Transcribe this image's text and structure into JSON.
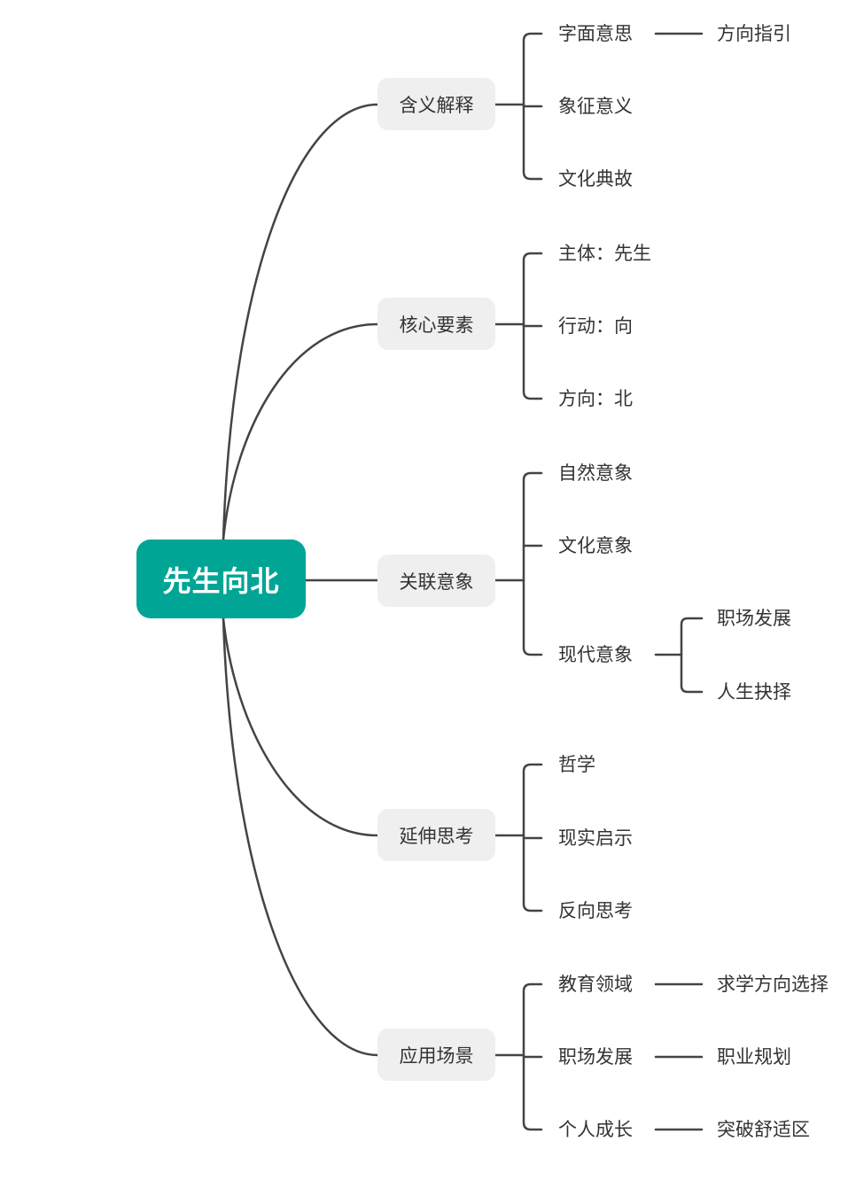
{
  "root": {
    "label": "先生向北"
  },
  "branches": [
    {
      "label": "含义解释",
      "children": [
        {
          "label": "字面意思",
          "children": [
            {
              "label": "方向指引"
            }
          ]
        },
        {
          "label": "象征意义"
        },
        {
          "label": "文化典故"
        }
      ]
    },
    {
      "label": "核心要素",
      "children": [
        {
          "label": "主体：先生"
        },
        {
          "label": "行动：向"
        },
        {
          "label": "方向：北"
        }
      ]
    },
    {
      "label": "关联意象",
      "children": [
        {
          "label": "自然意象"
        },
        {
          "label": "文化意象"
        },
        {
          "label": "现代意象",
          "children": [
            {
              "label": "职场发展"
            },
            {
              "label": "人生抉择"
            }
          ]
        }
      ]
    },
    {
      "label": "延伸思考",
      "children": [
        {
          "label": "哲学"
        },
        {
          "label": "现实启示"
        },
        {
          "label": "反向思考"
        }
      ]
    },
    {
      "label": "应用场景",
      "children": [
        {
          "label": "教育领域",
          "children": [
            {
              "label": "求学方向选择"
            }
          ]
        },
        {
          "label": "职场发展",
          "children": [
            {
              "label": "职业规划"
            }
          ]
        },
        {
          "label": "个人成长",
          "children": [
            {
              "label": "突破舒适区"
            }
          ]
        }
      ]
    }
  ],
  "colors": {
    "root": "#00a595",
    "branch_bg": "#efefef",
    "line": "#444444",
    "text": "#333333"
  }
}
